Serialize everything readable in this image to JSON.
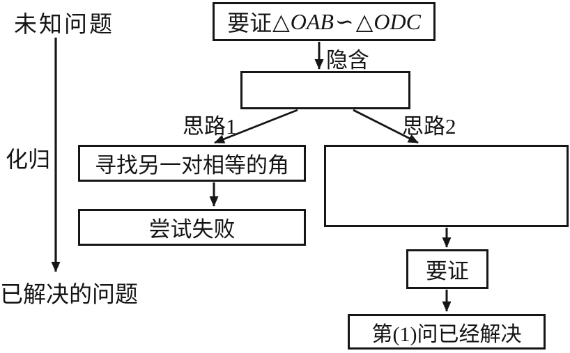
{
  "diagram": {
    "side": {
      "unknown_problem": "未知问题",
      "transform_label": "化归",
      "solved_problem": "已解决的问题"
    },
    "edge_labels": {
      "implied": "隐含",
      "approach1": "思路1",
      "approach2": "思路2"
    },
    "boxes": {
      "goal": {
        "prefix": "要证",
        "triangle1": "△",
        "tri_name1": "OAB",
        "similar_symbol": "∽",
        "triangle2": "△",
        "tri_name2": "ODC"
      },
      "implication_box": "",
      "find_angle": "寻找另一对相等的角",
      "attempt_failed": "尝试失败",
      "to_prove": "要证",
      "solved": "第(1)问已经解决"
    },
    "colors": {
      "ink": "#161616",
      "background": "#ffffff"
    }
  }
}
